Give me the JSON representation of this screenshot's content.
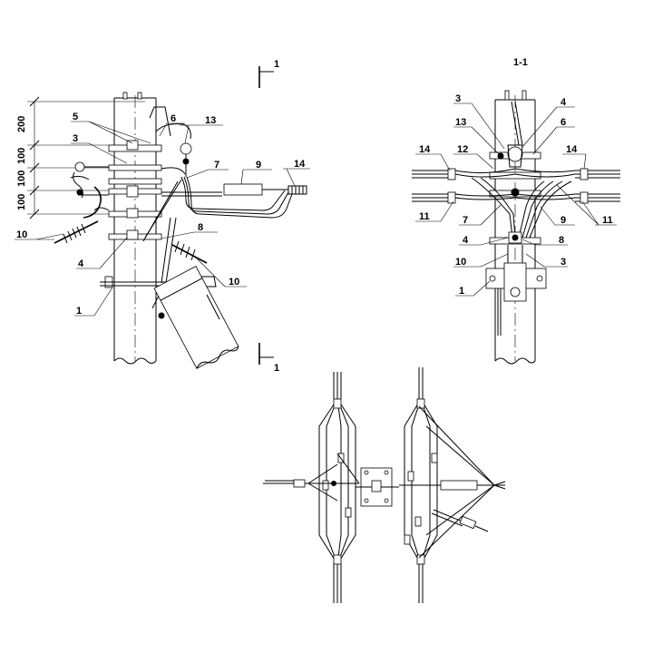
{
  "section_marks": {
    "top": "1",
    "bottom": "1",
    "section_title": "1-1"
  },
  "dimensions": [
    "200",
    "100",
    "100",
    "100"
  ],
  "left_view_labels": [
    "5",
    "6",
    "13",
    "3",
    "7",
    "9",
    "14",
    "10",
    "8",
    "4",
    "10",
    "1"
  ],
  "right_view_labels": [
    "3",
    "13",
    "4",
    "6",
    "14",
    "12",
    "14",
    "11",
    "7",
    "9",
    "11",
    "4",
    "8",
    "10",
    "3",
    "1"
  ]
}
